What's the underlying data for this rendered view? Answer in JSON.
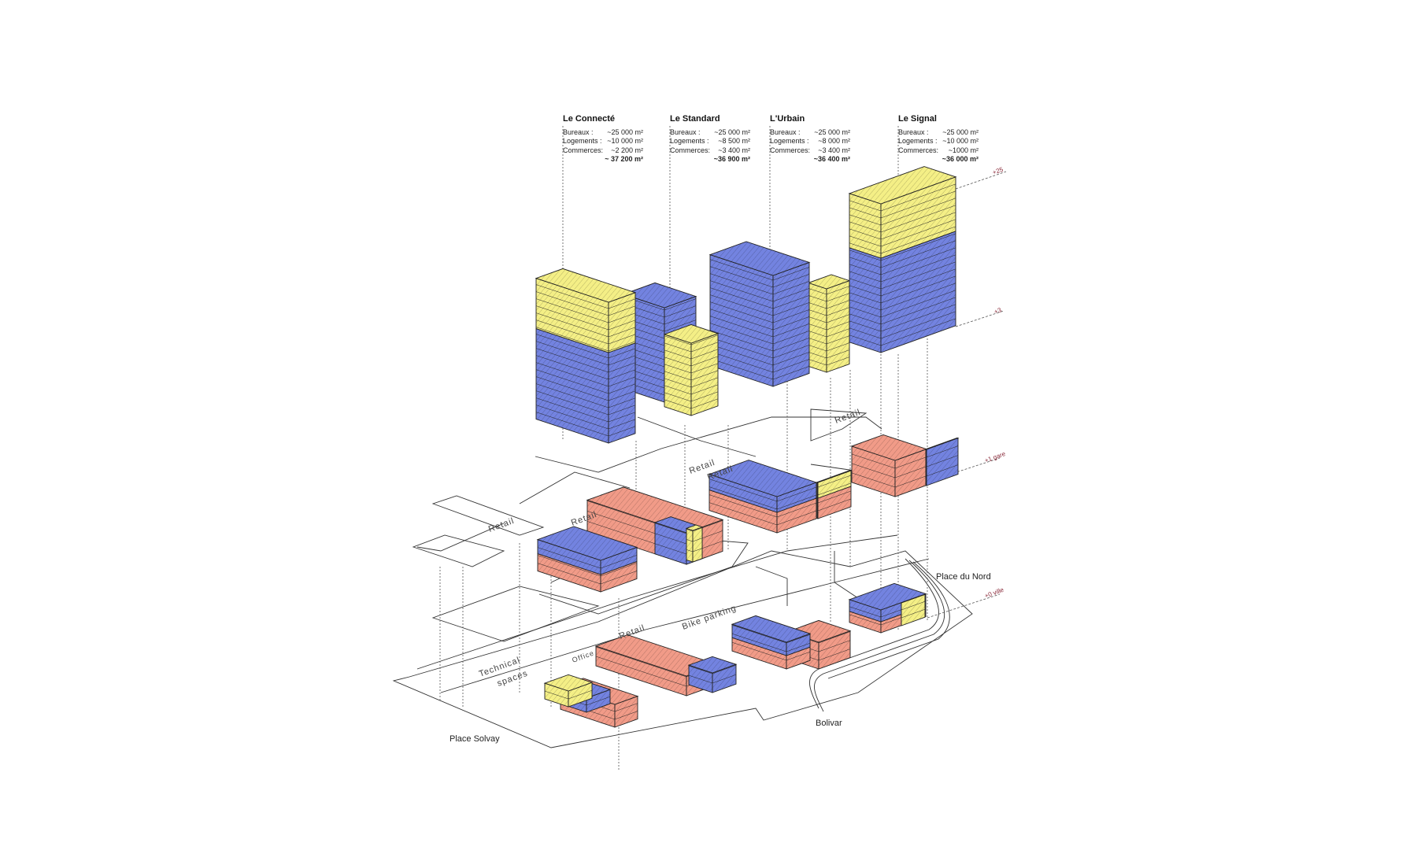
{
  "colors": {
    "bureaux": "#7383e0",
    "logements": "#f4ef86",
    "commerces": "#f19b88",
    "line": "#222222",
    "level": "#8a2a3a"
  },
  "projects": [
    {
      "name": "Le Connecté",
      "bureaux_label": "Bureaux :",
      "bureaux": "~25 000 m²",
      "logements_label": "Logements :",
      "logements": "~10 000 m²",
      "commerces_label": "Commerces:",
      "commerces": "~2 200 m²",
      "total": "~ 37 200 m²"
    },
    {
      "name": "Le Standard",
      "bureaux_label": "Bureaux :",
      "bureaux": "~25 000 m²",
      "logements_label": "Logements :",
      "logements": "~8 500 m²",
      "commerces_label": "Commerces:",
      "commerces": "~3 400 m²",
      "total": "~36 900 m²"
    },
    {
      "name": "L'Urbain",
      "bureaux_label": "Bureaux :",
      "bureaux": "~25 000 m²",
      "logements_label": "Logements :",
      "logements": "~8 000 m²",
      "commerces_label": "Commerces:",
      "commerces": "~3 400 m²",
      "total": "~36 400 m²"
    },
    {
      "name": "Le Signal",
      "bureaux_label": "Bureaux :",
      "bureaux": "~25 000 m²",
      "logements_label": "Logements :",
      "logements": "~10 000 m²",
      "commerces_label": "Commerces:",
      "commerces": "~1000 m²",
      "total": "~36 000 m²"
    }
  ],
  "levels": [
    "+25",
    "+3",
    "+1 gare",
    "+0 ville"
  ],
  "places": {
    "nord": "Place du Nord",
    "bolivar": "Bolivar",
    "solvay": "Place Solvay"
  },
  "zones": {
    "retail": "Retail",
    "bike": "Bike parking",
    "technical": "Technical",
    "spaces": "spaces",
    "office": "Office"
  }
}
